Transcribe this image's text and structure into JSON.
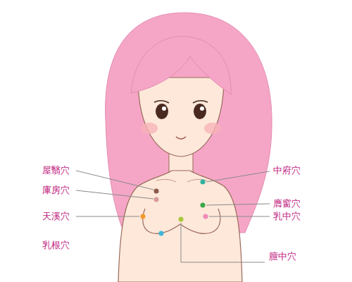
{
  "diagram": {
    "labels": [
      "屋翳穴",
      "庫房穴",
      "天溪穴",
      "乳根穴",
      "中府穴",
      "膺窗穴",
      "乳中穴",
      "膻中穴"
    ]
  }
}
